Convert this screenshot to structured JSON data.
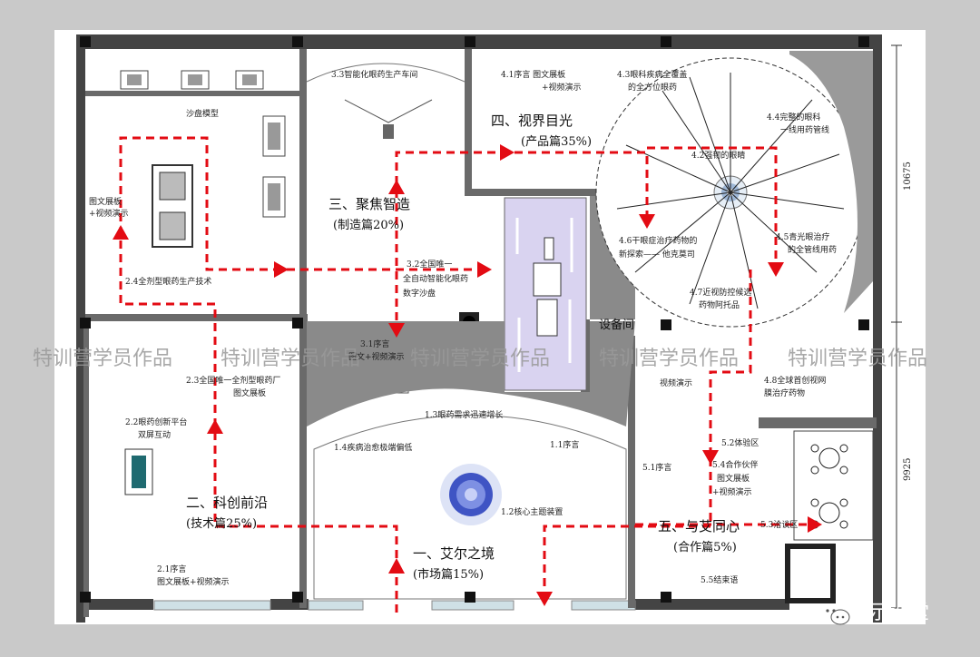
{
  "zones": {
    "zone1": {
      "title": "一、艾尔之境",
      "sub": "(市场篇15%)"
    },
    "zone2": {
      "title": "二、科创前沿",
      "sub": "(技术篇25%)"
    },
    "zone3": {
      "title": "三、聚焦智造",
      "sub": "(制造篇20%)"
    },
    "zone4": {
      "title": "四、视界目光",
      "sub": "(产品篇35%)"
    },
    "zone5": {
      "title": "五、与艾同心",
      "sub": "(合作篇5%)"
    }
  },
  "labels": {
    "sandbox": "沙盘模型",
    "l_2_5_a": "图文展板",
    "l_2_5_b": "+视频演示",
    "l_2_4": "2.4全剂型眼药生产技术",
    "l_3_3": "3.3智能化眼药生产车间",
    "l_3_2_a": "3.2全国唯一",
    "l_3_2_b": "全自动智能化眼药",
    "l_3_2_c": "数字沙盘",
    "l_3_1_a": "3.1序言",
    "l_3_1_b": "图文+视频演示",
    "l_4_1_a": "4.1序言  图文展板",
    "l_4_1_b": "+视频演示",
    "l_4_3_a": "4.3眼科疾病全覆盖",
    "l_4_3_b": "的全方位眼药",
    "l_4_4_a": "4.4完整的眼科",
    "l_4_4_b": "一线用药管线",
    "l_4_2": "4.2强韧的眼睛",
    "l_4_6_a": "4.6干眼症治疗药物的",
    "l_4_6_b": "新探索—— 他克莫司",
    "l_4_5_a": "4.5青光眼治疗",
    "l_4_5_b": "的全管线用药",
    "l_4_7_a": "4.7近视防控候选",
    "l_4_7_b": "药物阿托品",
    "l_4_8_a": "4.8全球首创视网",
    "l_4_8_b": "膜治疗药物",
    "equipment_room": "设备间",
    "l_2_3_a": "2.3全国唯一全剂型眼药厂",
    "l_2_3_b": "图文展板",
    "l_2_2_a": "2.2眼药创新平台",
    "l_2_2_b": "双屏互动",
    "l_2_1_a": "2.1序言",
    "l_2_1_b": "图文展板+视频演示",
    "l_1_3": "1.3眼药需求迅速增长",
    "l_1_4": "1.4疾病治愈极端偏低",
    "l_1_1": "1.1序言",
    "l_1_2": "1.2核心主题装置",
    "video_demo": "视频演示",
    "l_5_1": "5.1序言",
    "l_5_2": "5.2体验区",
    "l_5_4_a": "5.4合作伙伴",
    "l_5_4_b": "图文展板",
    "l_5_4_c": "+视频演示",
    "l_5_3": "5.3洽谈区",
    "l_5_5": "5.5结束语"
  },
  "dimensions": {
    "top": "10675",
    "bottom": "9925"
  },
  "watermark": [
    "特训营学员作品",
    "特训营学员作品",
    "特训营学员作品",
    "特训营学员作品",
    "特训营学员作品"
  ],
  "brand": {
    "name": "展示课堂",
    "icon": "wechat-icon"
  },
  "colors": {
    "flow": "#e30b13",
    "wall": "#444444",
    "screen": "#d9d3f0",
    "floor": "#ffffff",
    "page": "#c9c9c9"
  }
}
